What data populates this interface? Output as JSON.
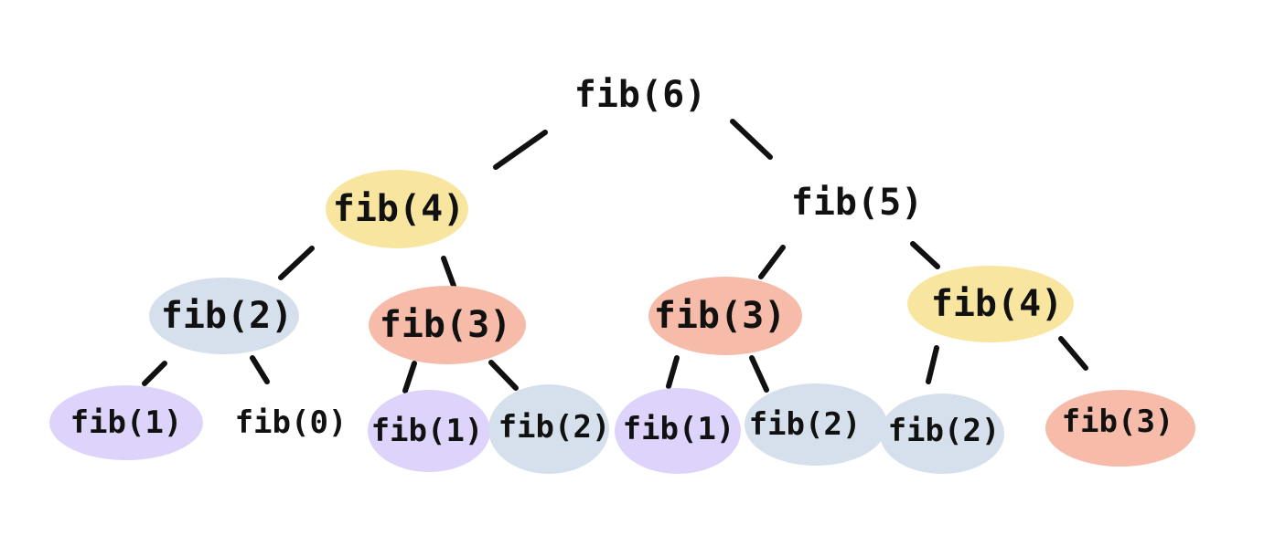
{
  "colors": {
    "yellow": "#f8e6a0",
    "blue": "#d6e0ec",
    "salmon": "#f6bba9",
    "purple": "#ddd3fb",
    "none": "none"
  },
  "tree": {
    "root": {
      "label": "fib(6)",
      "highlight": "none"
    },
    "level1": [
      {
        "label": "fib(4)",
        "highlight": "yellow"
      },
      {
        "label": "fib(5)",
        "highlight": "none"
      }
    ],
    "level2": [
      {
        "label": "fib(2)",
        "highlight": "blue"
      },
      {
        "label": "fib(3)",
        "highlight": "salmon"
      },
      {
        "label": "fib(3)",
        "highlight": "salmon"
      },
      {
        "label": "fib(4)",
        "highlight": "yellow"
      }
    ],
    "level3": [
      {
        "label": "fib(1)",
        "highlight": "purple"
      },
      {
        "label": "fib(0)",
        "highlight": "none"
      },
      {
        "label": "fib(1)",
        "highlight": "purple"
      },
      {
        "label": "fib(2)",
        "highlight": "blue"
      },
      {
        "label": "fib(1)",
        "highlight": "purple"
      },
      {
        "label": "fib(2)",
        "highlight": "blue"
      },
      {
        "label": "fib(2)",
        "highlight": "blue"
      },
      {
        "label": "fib(3)",
        "highlight": "salmon"
      }
    ]
  }
}
